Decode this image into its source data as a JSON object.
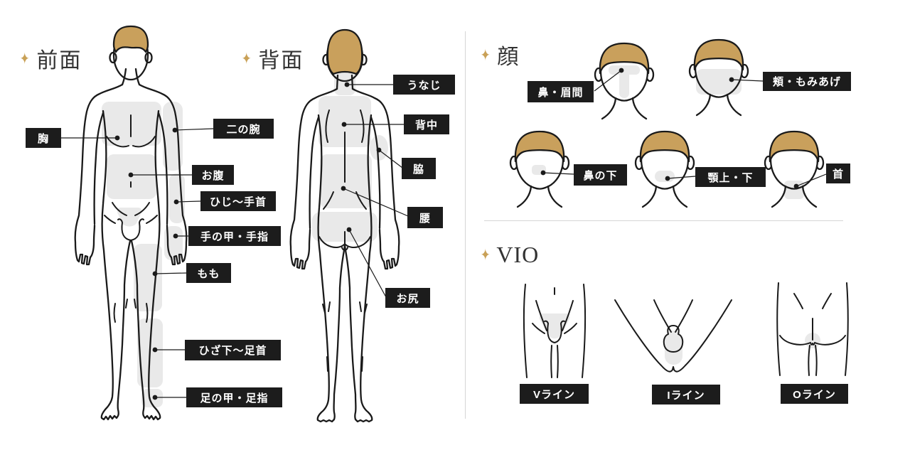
{
  "colors": {
    "accent_gold": "#c9a157",
    "label_bg": "#1c1c1c",
    "label_text": "#ffffff",
    "zone": "#e9e9e9",
    "hair": "#c9a05c",
    "outline": "#1a1a1a",
    "divider": "#d6d6d6",
    "title": "#333333"
  },
  "sections": {
    "front": {
      "title": "前面",
      "labels": {
        "chest": "胸",
        "upper_arm": "二の腕",
        "belly": "お腹",
        "elbow_to_wrist": "ひじ〜手首",
        "back_of_hand_fingers": "手の甲・手指",
        "thigh": "もも",
        "below_knee_to_ankle": "ひざ下〜足首",
        "top_of_foot_toes": "足の甲・足指"
      }
    },
    "back": {
      "title": "背面",
      "labels": {
        "nape": "うなじ",
        "upper_back": "背中",
        "armpit": "脇",
        "lower_back": "腰",
        "buttocks": "お尻"
      }
    },
    "face": {
      "title": "顔",
      "labels": {
        "nose_glabella": "鼻・眉間",
        "cheek_sideburns": "頬・もみあげ",
        "under_nose": "鼻の下",
        "chin_upper_lower": "顎上・下",
        "neck": "首"
      }
    },
    "vio": {
      "title": "VIO",
      "labels": {
        "v_line": "Vライン",
        "i_line": "Iライン",
        "o_line": "Oライン"
      }
    }
  }
}
